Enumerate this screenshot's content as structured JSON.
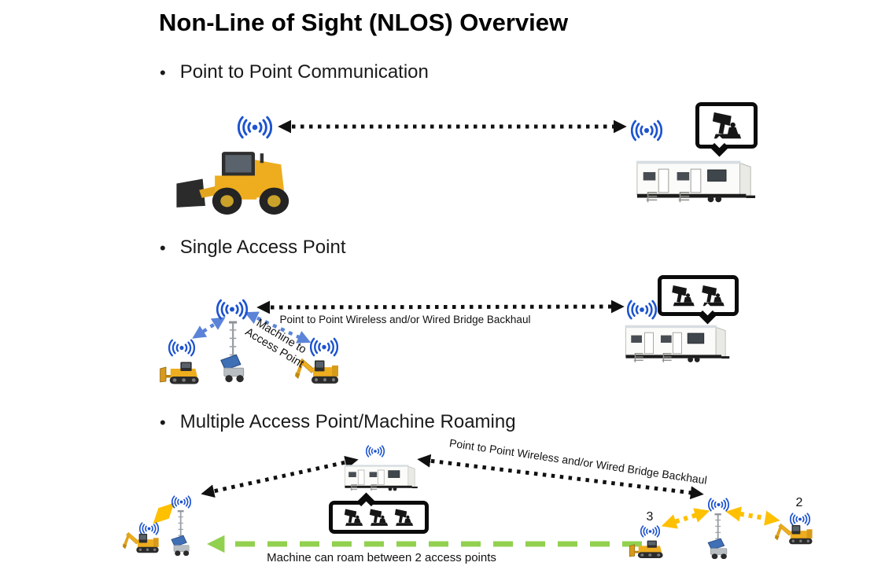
{
  "title": "Non-Line of Sight (NLOS) Overview",
  "bullet_glyph": "•",
  "sections": [
    {
      "heading": "Point to Point Communication"
    },
    {
      "heading": "Single Access Point",
      "backhaul_label": "Point to Point Wireless and/or Wired Bridge Backhaul",
      "machine_to_ap_line1": "Machine to",
      "machine_to_ap_line2": "Access Point"
    },
    {
      "heading": "Multiple Access Point/Machine Roaming",
      "backhaul_label": "Point to Point Wireless and/or Wired Bridge Backhaul",
      "roam_label": "Machine can roam between 2 access points",
      "access_point_2": "2",
      "access_point_3": "3"
    }
  ],
  "colors": {
    "wifi_blue": "#1d53cf",
    "machine_link_blue": "#5b84d8",
    "roaming_link_yellow": "#ffc000",
    "roam_path_green": "#92d050",
    "backhaul_black": "#111111"
  },
  "icons": {
    "wifi": "wifi-signal-icon",
    "operator_station": "remote-operator-station-icon",
    "wheel_loader": "wheel-loader-icon",
    "dozer": "bulldozer-icon",
    "excavator": "excavator-icon",
    "light_tower": "mobile-access-point-tower-icon",
    "office_trailer": "office-trailer-icon"
  }
}
